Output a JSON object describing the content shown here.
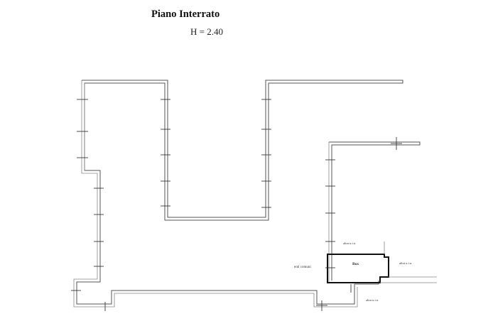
{
  "header": {
    "title": "Piano Interrato",
    "height_label": "H = 2.40"
  },
  "plan": {
    "labels": {
      "altra_ui_top": "altra u.i.u.",
      "box": "Box",
      "enti_comuni": "enti comuni",
      "altra_ui_right": "altra u.i.u.",
      "altra_ui_bottom": "altra u.i.u."
    }
  }
}
